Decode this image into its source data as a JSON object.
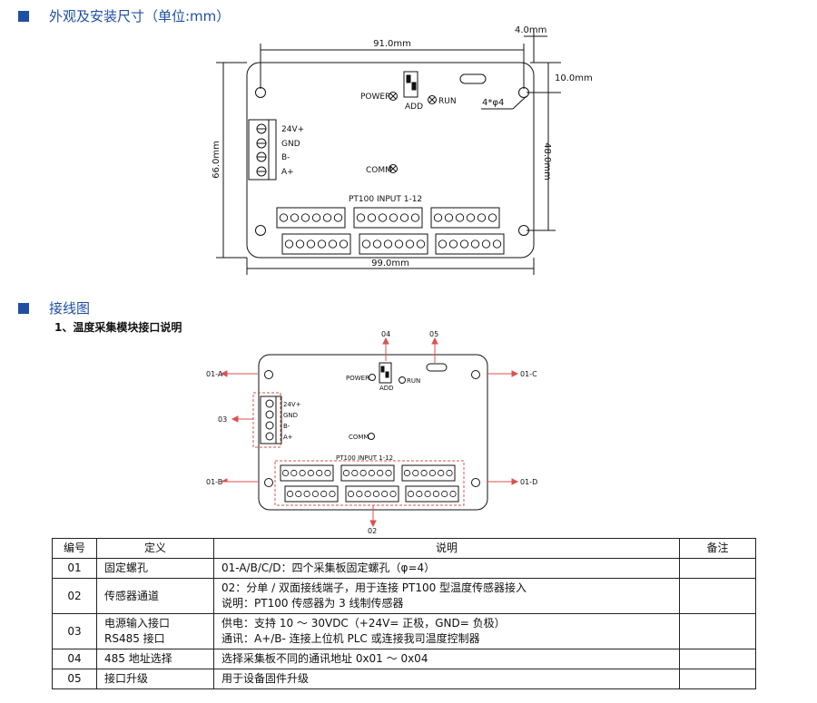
{
  "sections": {
    "dimensions_title": "外观及安装尺寸（单位:mm）",
    "wiring_title": "接线图",
    "wiring_subtitle": "1、温度采集模块接口说明"
  },
  "colors": {
    "accent": "#1f4fa3",
    "callout": "#d9534f"
  },
  "drawing1": {
    "dim_top": "91.0mm",
    "dim_bottom": "99.0mm",
    "dim_left": "66.0mm",
    "dim_right": "48.0mm",
    "dim_offset_x": "4.0mm",
    "dim_offset_y": "10.0mm",
    "hole_note": "4*φ4",
    "power": "POWER",
    "add": "ADD",
    "run": "RUN",
    "comm": "COMM",
    "pt100": "PT100 INPUT  1-12",
    "terminals": [
      "24V+",
      "GND",
      "B-",
      "A+"
    ]
  },
  "drawing2": {
    "callouts": {
      "c01a": "01-A",
      "c01b": "01-B",
      "c01c": "01-C",
      "c01d": "01-D",
      "c02": "02",
      "c03": "03",
      "c04": "04",
      "c05": "05"
    },
    "power": "POWER",
    "add": "ADD",
    "run": "RUN",
    "comm": "COMM",
    "pt100": "PT100 INPUT  1-12",
    "terminals": [
      "24V+",
      "GND",
      "B-",
      "A+"
    ]
  },
  "table": {
    "headers": [
      "编号",
      "定义",
      "说明",
      "备注"
    ],
    "rows": [
      {
        "id": "01",
        "def": [
          "固定螺孔"
        ],
        "desc": [
          "01-A/B/C/D：四个采集板固定螺孔（φ=4）"
        ],
        "note": ""
      },
      {
        "id": "02",
        "def": [
          "传感器通道"
        ],
        "desc": [
          "02：分单 / 双面接线端子，用于连接 PT100 型温度传感器接入",
          "说明：PT100 传感器为 3 线制传感器"
        ],
        "note": ""
      },
      {
        "id": "03",
        "def": [
          "电源输入接口",
          "RS485 接口"
        ],
        "desc": [
          "供电：支持 10 ～ 30VDC（+24V= 正极，GND= 负极）",
          "通讯：A+/B- 连接上位机 PLC 或连接我司温度控制器"
        ],
        "note": ""
      },
      {
        "id": "04",
        "def": [
          "485 地址选择"
        ],
        "desc": [
          "选择采集板不同的通讯地址 0x01 ～ 0x04"
        ],
        "note": ""
      },
      {
        "id": "05",
        "def": [
          "接口升级"
        ],
        "desc": [
          "用于设备固件升级"
        ],
        "note": ""
      }
    ]
  }
}
